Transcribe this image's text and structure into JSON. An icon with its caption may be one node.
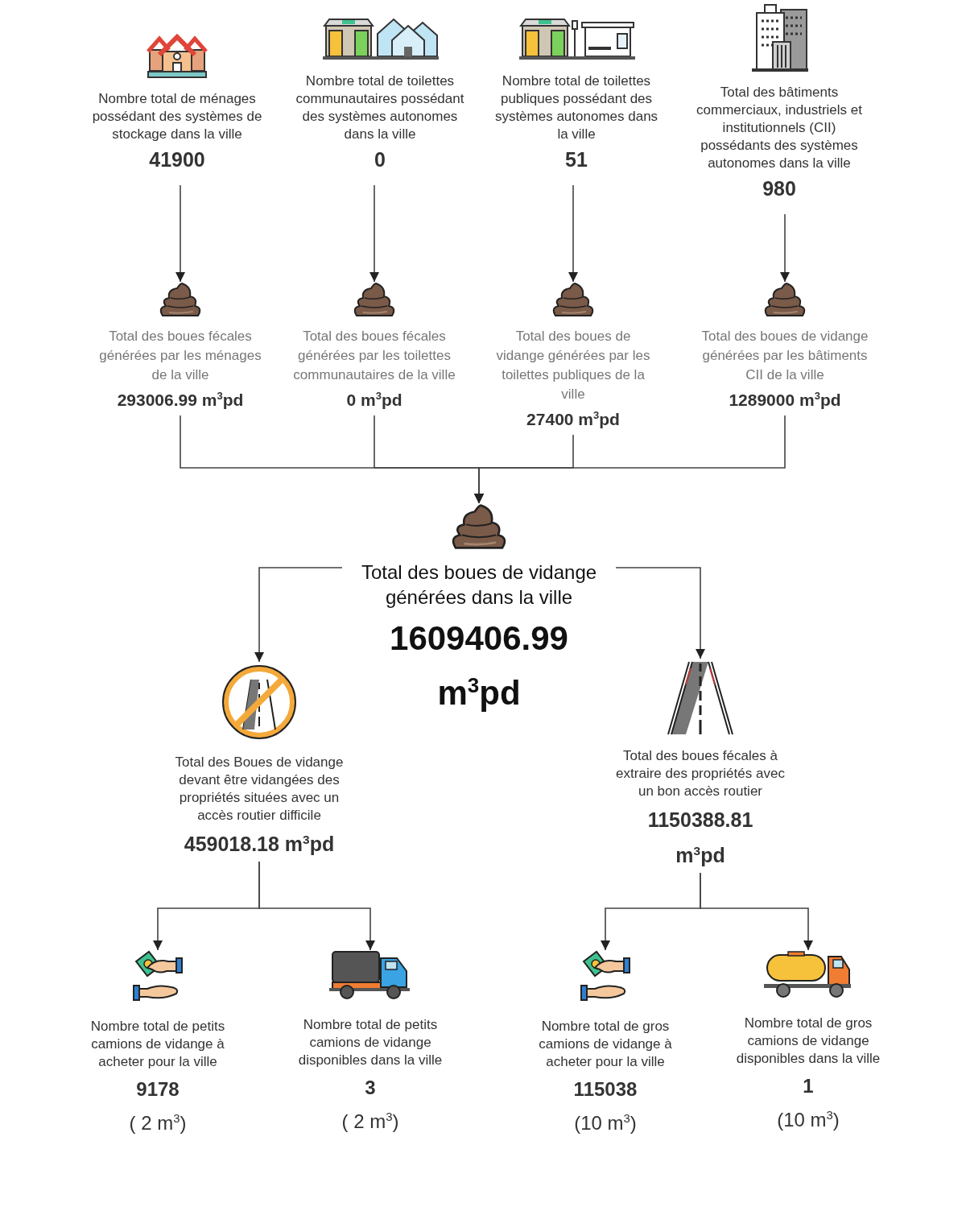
{
  "diagram": {
    "nodes": [
      {
        "text": [
          "Nombre total de ménages possédant des systèmes de stockage dans la ville",
          "41900"
        ]
      },
      {
        "text": [
          "Nombre total de toilettes communautaires possédant des systèmes autonomes dans la ville",
          "0"
        ]
      },
      {
        "text": [
          "Nombre total de toilettes publiques possédant des systèmes autonomes dans la ville",
          "51"
        ]
      },
      {
        "text": [
          "Total des bâtiments commerciaux, industriels et institutionnels (CII) possédants des systèmes autonomes dans la ville",
          "980"
        ]
      },
      {
        "text": [
          "Total des boues fécales générées par les ménages de la ville",
          "293006.99 m$^{3}$pd"
        ]
      },
      {
        "text": [
          "Total des boues fécales générées par les toilettes communautaires de la ville",
          "0 m$^{3}$pd"
        ]
      },
      {
        "text": [
          "Total des boues de vidange générées par les toilettes publiques de la ville",
          "27400 m$^{3}$pd"
        ]
      },
      {
        "text": [
          "Total des boues de vidange générées par les bâtiments CII de la ville",
          "1289000 m$^{3}$pd"
        ]
      },
      {
        "text": [
          "Total des boues de vidange générées dans la ville",
          "1609406.99",
          "m$^{3}$pd"
        ]
      },
      {
        "text": [
          "Total des Boues de vidange devant être vidangées des propriétés situées avec un accès routier difficile",
          "459018.18 m$^{3}$pd"
        ]
      },
      {
        "text": [
          "Total des boues fécales à extraire des propriétés avec un bon accès routier",
          "1150388.81",
          "m$^{3}$pd"
        ]
      },
      {
        "text": [
          "Nombre total de petits camions de vidange à acheter pour la ville",
          "9178",
          "( 2 m$^{3}$)"
        ]
      },
      {
        "text": [
          "Nombre total de petits camions de vidange disponibles dans la ville",
          "3",
          "( 2 m$^{3}$)"
        ]
      },
      {
        "text": [
          "Nombre total de gros camions de vidange à acheter pour la ville",
          "115038",
          "(10 m$^{3}$)"
        ]
      },
      {
        "text": [
          "Nombre total de gros camions de vidange disponibles dans la ville",
          "1",
          "(10 m$^{3}$)"
        ]
      }
    ],
    "edges": [
      {
        "from": 0,
        "to": 4,
        "arrow": "to"
      },
      {
        "from": 1,
        "to": 5,
        "arrow": "to"
      },
      {
        "from": 2,
        "to": 6,
        "arrow": "to"
      },
      {
        "from": 3,
        "to": 7,
        "arrow": "to"
      },
      {
        "from": 4,
        "to": 8,
        "arrow": "to"
      },
      {
        "from": 5,
        "to": 8,
        "arrow": "to"
      },
      {
        "from": 6,
        "to": 8,
        "arrow": "to"
      },
      {
        "from": 7,
        "to": 8,
        "arrow": "to"
      },
      {
        "from": 8,
        "to": 9,
        "arrow": "to"
      },
      {
        "from": 8,
        "to": 10,
        "arrow": "to"
      },
      {
        "from": 9,
        "to": 11,
        "arrow": "to"
      },
      {
        "from": 9,
        "to": 12,
        "arrow": "to"
      },
      {
        "from": 10,
        "to": 13,
        "arrow": "to"
      },
      {
        "from": 10,
        "to": 14,
        "arrow": "to"
      }
    ]
  }
}
